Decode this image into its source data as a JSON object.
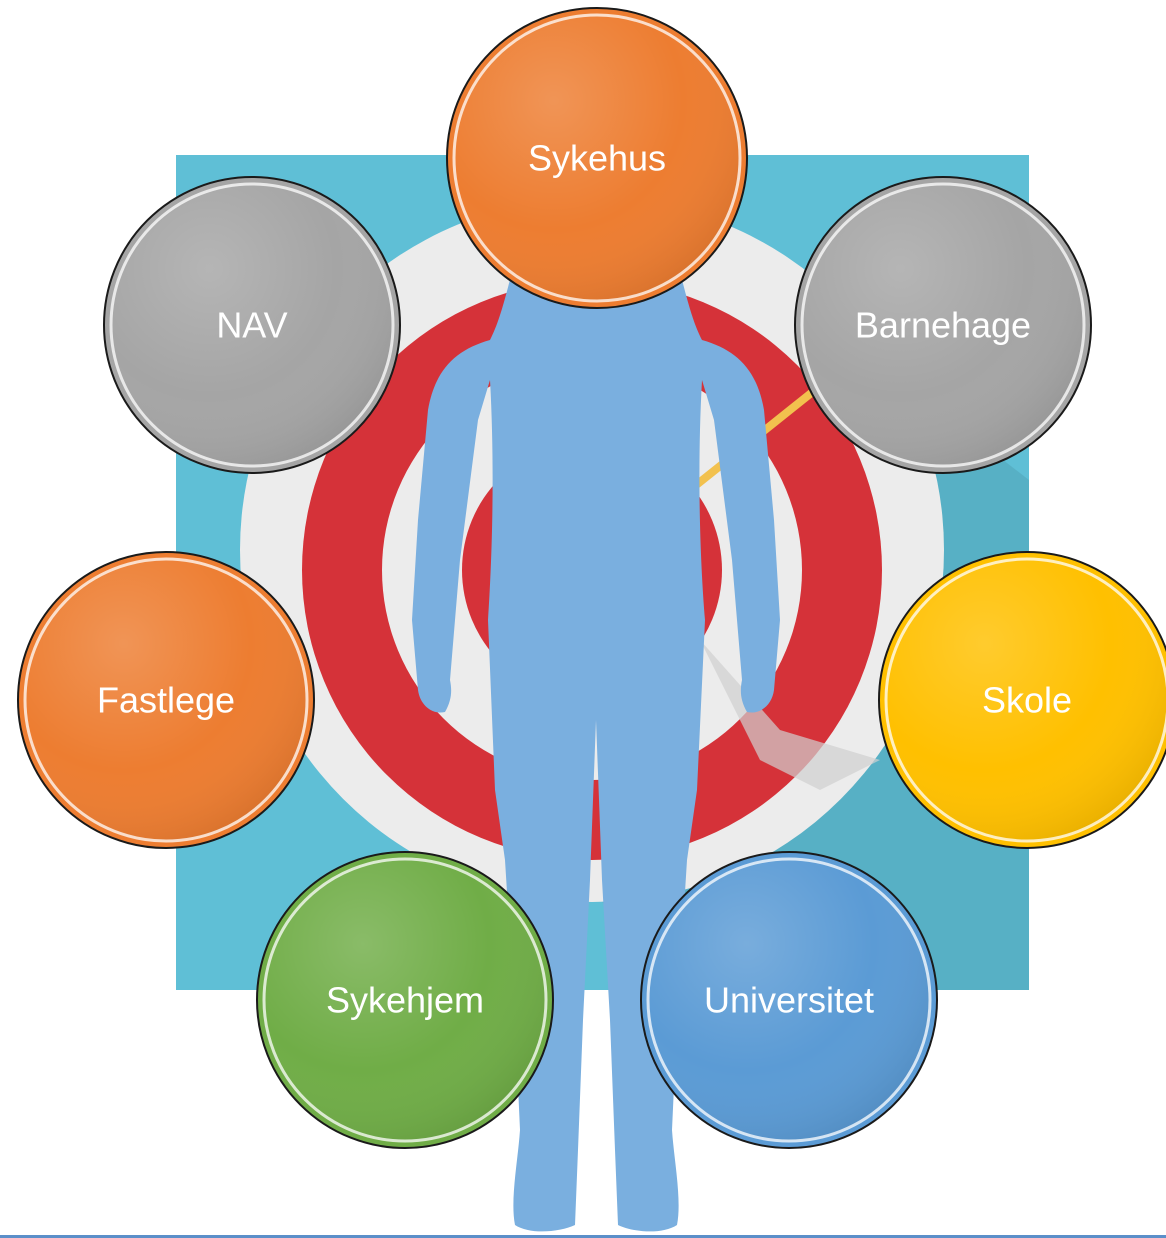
{
  "nodes": [
    {
      "id": "sykehus",
      "label": "Sykehus",
      "color": "#ED7D31"
    },
    {
      "id": "nav",
      "label": "NAV",
      "color": "#A5A5A5"
    },
    {
      "id": "barnehage",
      "label": "Barnehage",
      "color": "#A5A5A5"
    },
    {
      "id": "fastlege",
      "label": "Fastlege",
      "color": "#ED7D31"
    },
    {
      "id": "skole",
      "label": "Skole",
      "color": "#FFC000"
    },
    {
      "id": "sykehjem",
      "label": "Sykehjem",
      "color": "#70AD47"
    },
    {
      "id": "universitet",
      "label": "Universitet",
      "color": "#5B9BD5"
    }
  ],
  "colors": {
    "background_square": "#5FBFD6",
    "target_white": "#ECECEC",
    "target_red": "#D53239",
    "person": "#7AAFDF",
    "arrow": "#F2C14E"
  }
}
